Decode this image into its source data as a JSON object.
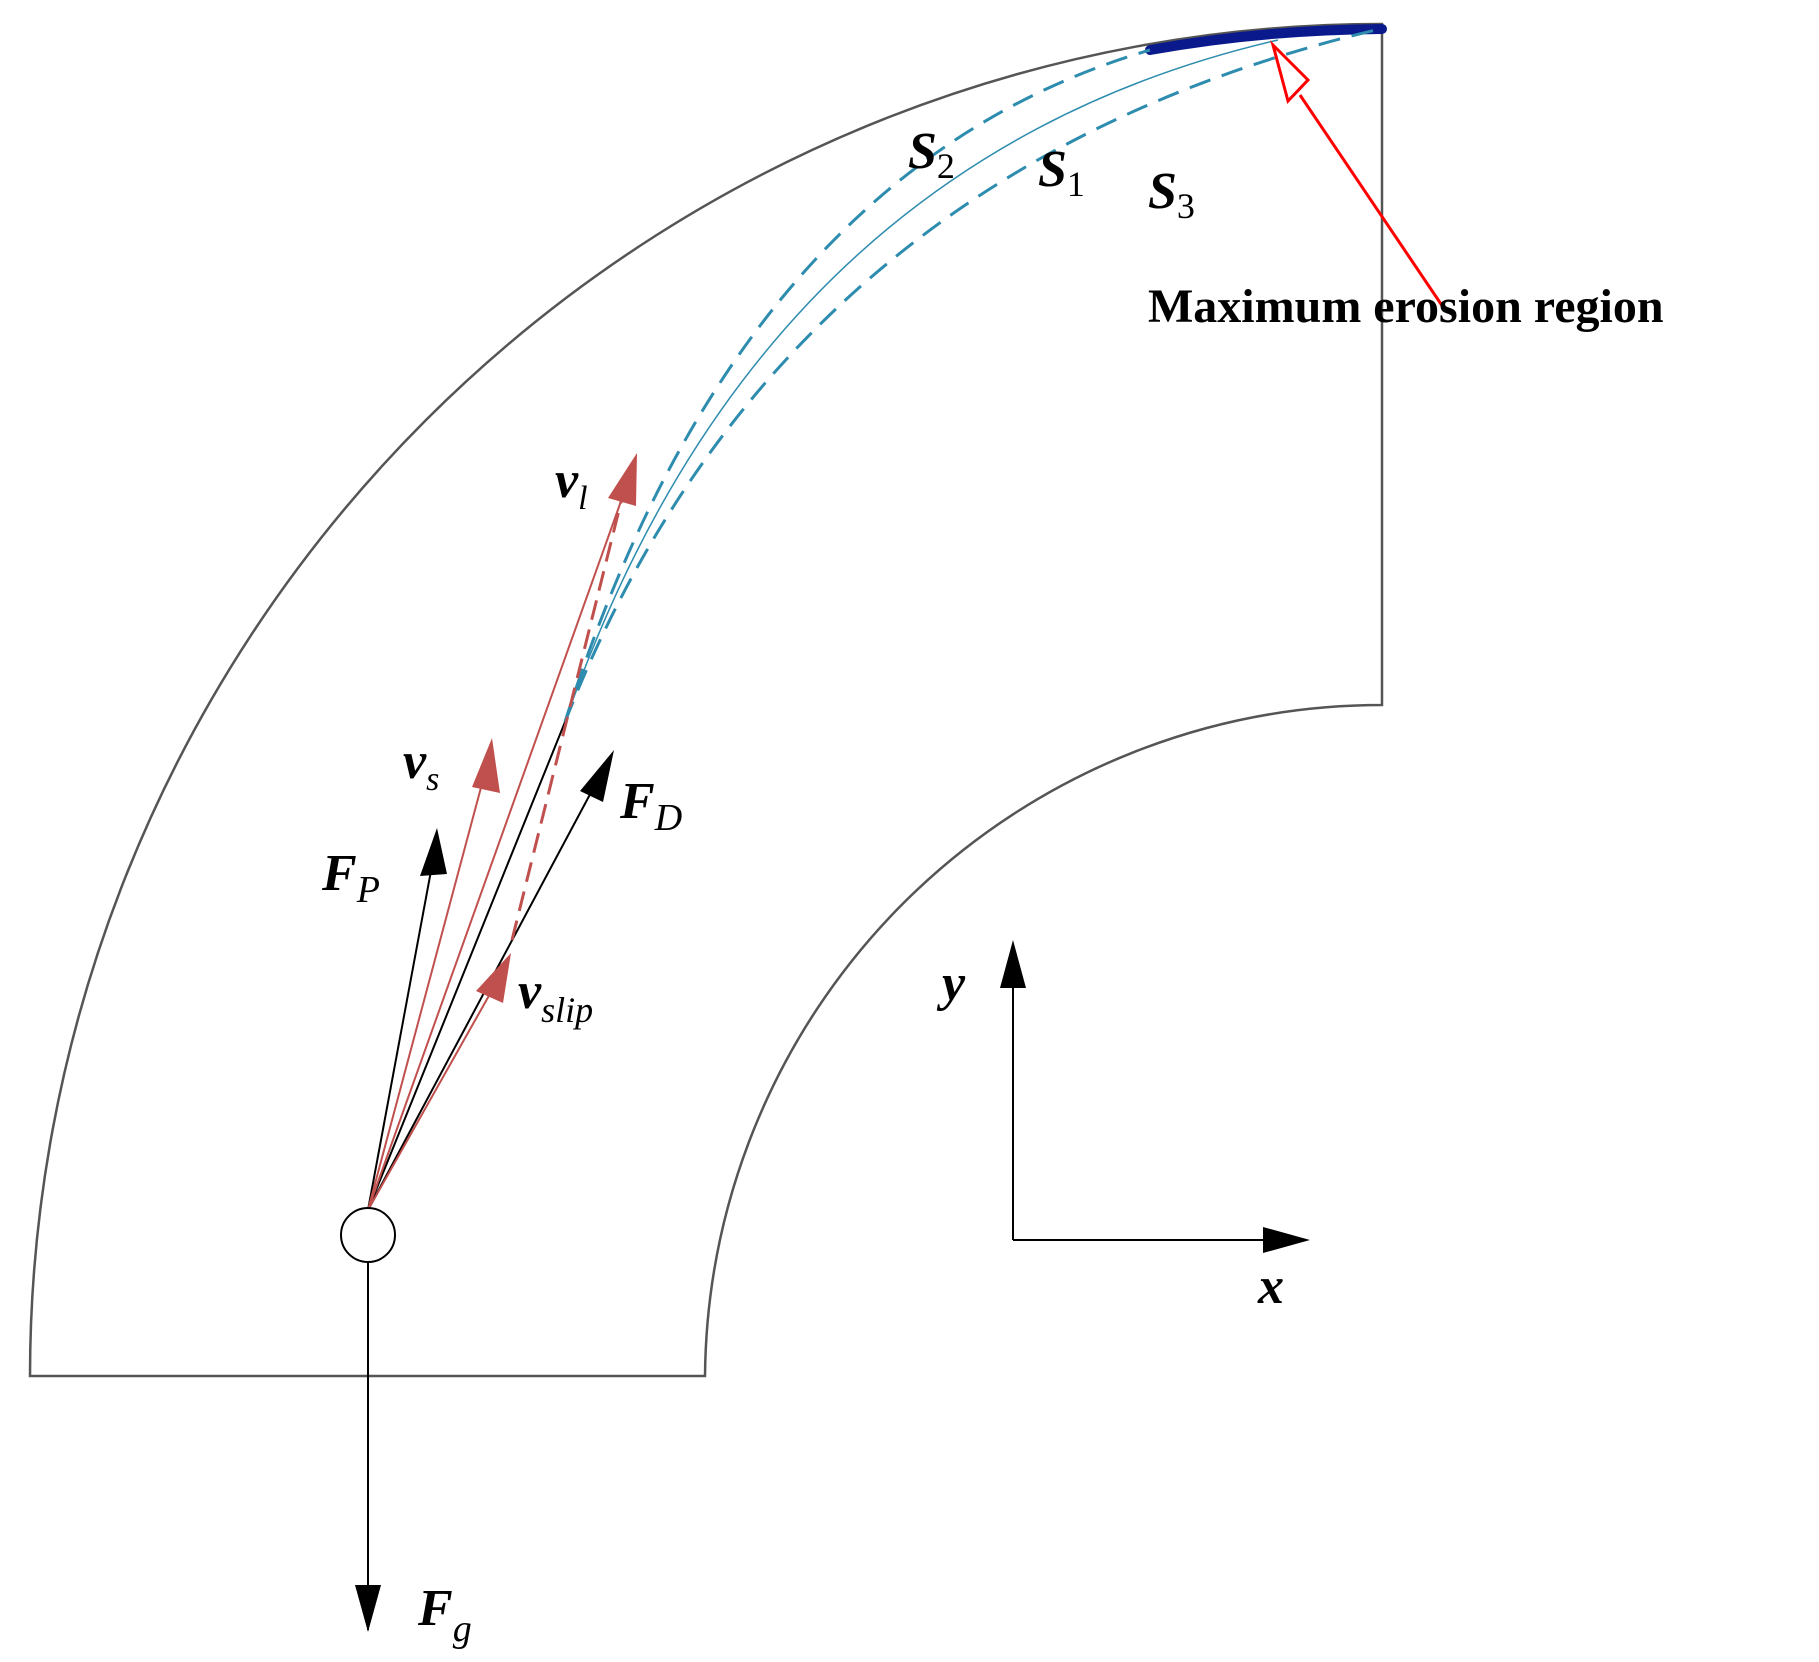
{
  "labels": {
    "fg": {
      "main": "F",
      "sub": "g"
    },
    "fp": {
      "main": "F",
      "sub": "P"
    },
    "fd": {
      "main": "F",
      "sub": "D"
    },
    "vs": {
      "main": "v",
      "sub": "s"
    },
    "vl": {
      "main": "v",
      "sub": "l"
    },
    "vslip": {
      "main": "v",
      "sub": "slip"
    },
    "s1": {
      "main": "S",
      "sub": "1"
    },
    "s2": {
      "main": "S",
      "sub": "2"
    },
    "s3": {
      "main": "S",
      "sub": "3"
    },
    "axis_x": "x",
    "axis_y": "y"
  },
  "callout": "Maximum erosion region",
  "colors": {
    "outline": "#555555",
    "force": "#000000",
    "velocity": "#c0504d",
    "trajectory": "#2e8cae",
    "erosion": "#0a1a8c",
    "callout": "#ff0000"
  }
}
